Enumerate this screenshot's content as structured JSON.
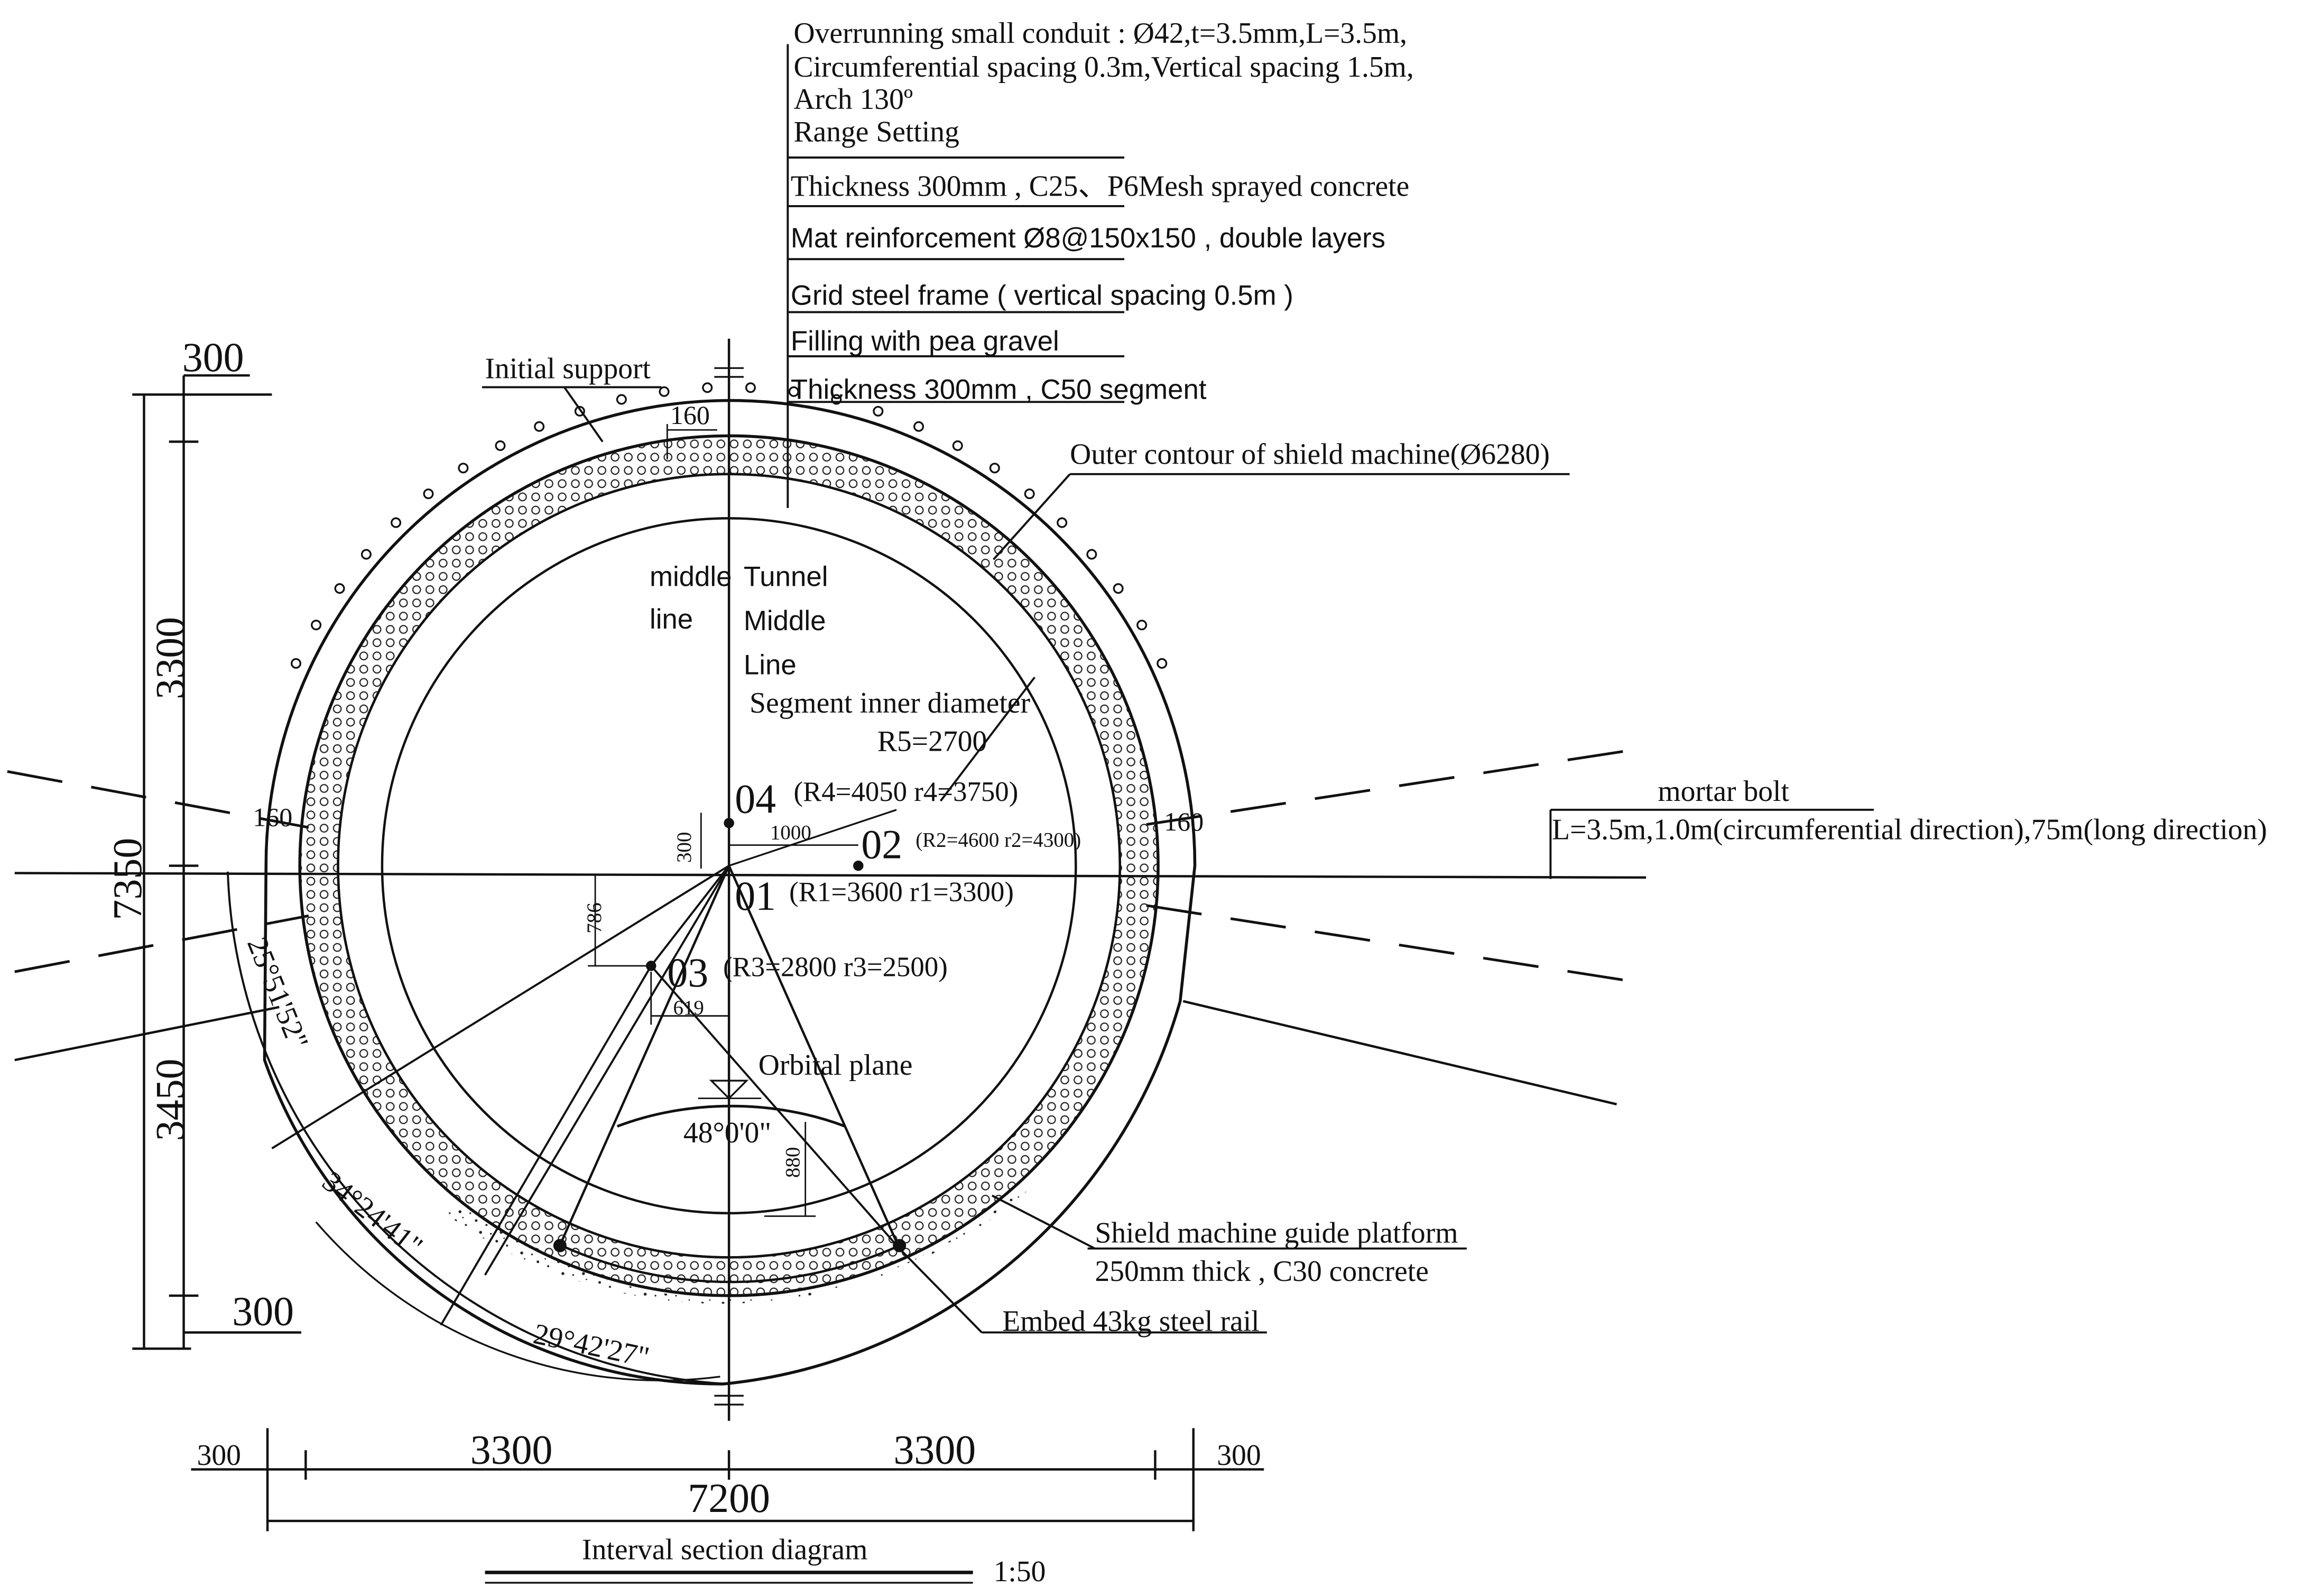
{
  "annotations": {
    "callout": {
      "lines": [
        "Overrunning small conduit : Ø42,t=3.5mm,L=3.5m,",
        "Circumferential spacing 0.3m,Vertical spacing 1.5m,",
        "Arch 130º",
        "Range Setting"
      ],
      "layers": [
        "Thickness 300mm , C25、P6Mesh sprayed concrete",
        "Mat reinforcement Ø8@150x150 , double layers",
        "Grid steel frame ( vertical spacing 0.5m )",
        "Filling with pea gravel",
        "Thickness 300mm , C50 segment"
      ]
    },
    "initial_support": "Initial support",
    "outer_contour": "Outer contour of shield machine(Ø6280)",
    "middle_line": [
      "middle",
      "line"
    ],
    "tunnel_middle_line": [
      "Tunnel",
      "Middle",
      "Line"
    ],
    "segment_inner_diameter": "Segment inner diameter",
    "r5": "R5=2700",
    "mortar_bolt": "mortar bolt",
    "mortar_bolt_spec": "L=3.5m,1.0m(circumferential direction),75m(long direction)",
    "orbital_plane": "Orbital plane",
    "guide_platform": [
      "Shield machine guide platform",
      "250mm thick , C30 concrete"
    ],
    "rail": "Embed 43kg steel rail",
    "title": "Interval section diagram",
    "scale": "1:50"
  },
  "centers": {
    "o1": {
      "label": "01",
      "radii": "(R1=3600  r1=3300)"
    },
    "o2": {
      "label": "02",
      "radii": "(R2=4600  r2=4300)"
    },
    "o3": {
      "label": "03",
      "radii": "(R3=2800  r3=2500)"
    },
    "o4": {
      "label": "04",
      "radii": "(R4=4050  r4=3750)"
    }
  },
  "angles": {
    "a1": "25°51'52\"",
    "a2": "34°24'41\"",
    "a3": "29°42'27\"",
    "a4": "48°0'0\""
  },
  "dimensions": {
    "top_left_300": "300",
    "left_3300": "3300",
    "left_7350": "7350",
    "left_3450": "3450",
    "bottom_left_300": "300",
    "bottom_300_left": "300",
    "bottom_3300_left": "3300",
    "bottom_3300_right": "3300",
    "bottom_300_right": "300",
    "bottom_7200": "7200",
    "d160_top": "160",
    "d160_left": "160",
    "d160_right": "160",
    "d1000": "1000",
    "d300": "300",
    "d786": "786",
    "d619": "619",
    "d880": "880"
  }
}
